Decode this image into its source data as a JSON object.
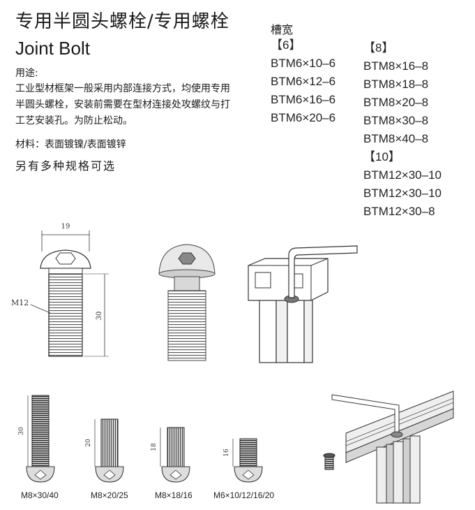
{
  "heading": {
    "title_cn": "专用半圆头螺栓/专用螺栓",
    "title_en": "Joint Bolt"
  },
  "description": {
    "usage_label": "用途:",
    "usage_text": "工业型材框架一般采用内部连接方式，均使用专用半圆头螺栓，安装前需要在型材连接处攻螺纹与打工艺安装孔。为防止松动。",
    "material": "材料：表面镀镍/表面镀锌",
    "more_specs": "另有多种规格可选"
  },
  "specs": {
    "slot_width_label": "槽宽",
    "column1": [
      "【6】",
      "BTM6×10–6",
      "BTM6×12–6",
      "BTM6×16–6",
      "BTM6×20–6"
    ],
    "column2": [
      "【8】",
      "BTM8×16–8",
      "BTM8×18–8",
      "BTM8×20–8",
      "BTM8×30–8",
      "BTM8×40–8",
      "【10】",
      "BTM12×30–10",
      "BTM12×30–10",
      "BTM12×30–8"
    ]
  },
  "dimension_drawing": {
    "head_width": "19",
    "thread_label": "M12",
    "length": "30"
  },
  "size_bolts": [
    {
      "dim": "30",
      "caption": "M8×30/40"
    },
    {
      "dim": "20",
      "caption": "M8×20/25"
    },
    {
      "dim": "18",
      "caption": "M8×18/16"
    },
    {
      "dim": "16",
      "caption": "M6×10/12/16/20"
    }
  ],
  "colors": {
    "ink": "#1a1a1a",
    "line": "#333333",
    "shade": "#9a9a9a",
    "light": "#e6e6e6"
  }
}
